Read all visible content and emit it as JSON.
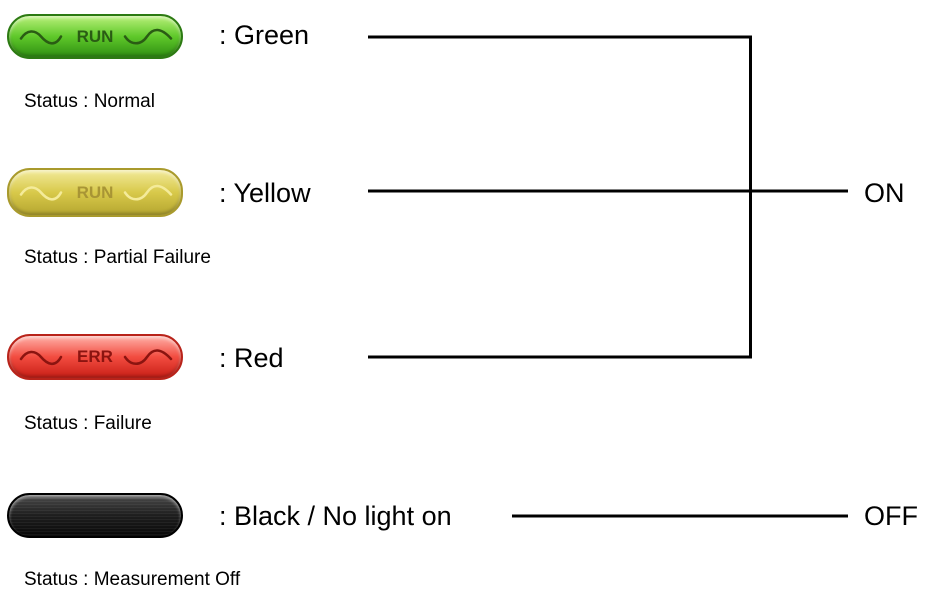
{
  "indicators": [
    {
      "key": "green",
      "text": "RUN",
      "color_label": ": Green",
      "status": "Status : Normal",
      "fill_top": "#b9f07a",
      "fill_mid": "#5fc82a",
      "fill_bottom": "#2f8f12",
      "border": "#2c7a12",
      "text_color": "#2a5c14",
      "wave_color": "#2a5c14"
    },
    {
      "key": "yellow",
      "text": "RUN",
      "color_label": ": Yellow",
      "status": "Status : Partial Failure",
      "fill_top": "#f2ea9a",
      "fill_mid": "#d8c94a",
      "fill_bottom": "#b5a630",
      "border": "#a99a2c",
      "text_color": "#a89535",
      "wave_color": "#f4eb9a"
    },
    {
      "key": "red",
      "text": "ERR",
      "color_label": ": Red",
      "status": "Status : Failure",
      "fill_top": "#ffb0a8",
      "fill_mid": "#f24c40",
      "fill_bottom": "#c81e16",
      "border": "#b8231a",
      "text_color": "#8b1410",
      "wave_color": "#8b1410"
    },
    {
      "key": "black",
      "text": "",
      "color_label": ": Black / No light on",
      "status": "Status : Measurement Off",
      "fill_top": "#4a4a4a",
      "fill_mid": "#1e1e1e",
      "fill_bottom": "#0a0a0a",
      "border": "#000000",
      "text_color": "#000000",
      "wave_color": ""
    }
  ],
  "states": {
    "on": "ON",
    "off": "OFF"
  }
}
